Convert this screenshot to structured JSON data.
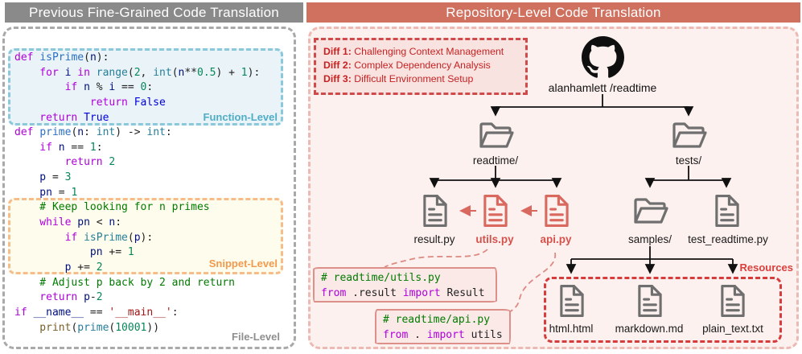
{
  "left": {
    "header": "Previous Fine-Grained Code Translation",
    "function_label": "Function-Level",
    "snippet_label": "Snippet-Level",
    "file_label": "File-Level",
    "code": [
      {
        "indent": 0,
        "tokens": [
          [
            "kw",
            "def"
          ],
          [
            "pl",
            " "
          ],
          [
            "fn",
            "isPrime"
          ],
          [
            "pl",
            "("
          ],
          [
            "var",
            "n"
          ],
          [
            "pl",
            "):"
          ]
        ]
      },
      {
        "indent": 4,
        "tokens": [
          [
            "kw",
            "for"
          ],
          [
            "pl",
            " "
          ],
          [
            "var",
            "i"
          ],
          [
            "pl",
            " "
          ],
          [
            "kw",
            "in"
          ],
          [
            "pl",
            " "
          ],
          [
            "call",
            "range"
          ],
          [
            "pl",
            "("
          ],
          [
            "num",
            "2"
          ],
          [
            "pl",
            ", "
          ],
          [
            "call",
            "int"
          ],
          [
            "pl",
            "("
          ],
          [
            "var",
            "n"
          ],
          [
            "pl",
            "**"
          ],
          [
            "num",
            "0.5"
          ],
          [
            "pl",
            ") + "
          ],
          [
            "num",
            "1"
          ],
          [
            "pl",
            "):"
          ]
        ]
      },
      {
        "indent": 8,
        "tokens": [
          [
            "kw",
            "if"
          ],
          [
            "pl",
            " "
          ],
          [
            "var",
            "n"
          ],
          [
            "pl",
            " % "
          ],
          [
            "var",
            "i"
          ],
          [
            "pl",
            " == "
          ],
          [
            "num",
            "0"
          ],
          [
            "pl",
            ":"
          ]
        ]
      },
      {
        "indent": 12,
        "tokens": [
          [
            "kw",
            "return"
          ],
          [
            "pl",
            " "
          ],
          [
            "bool",
            "False"
          ]
        ]
      },
      {
        "indent": 4,
        "tokens": [
          [
            "kw",
            "return"
          ],
          [
            "pl",
            " "
          ],
          [
            "bool",
            "True"
          ]
        ]
      },
      {
        "indent": 0,
        "tokens": [
          [
            "kw",
            "def"
          ],
          [
            "pl",
            " "
          ],
          [
            "fn",
            "prime"
          ],
          [
            "pl",
            "("
          ],
          [
            "var",
            "n"
          ],
          [
            "pl",
            ": "
          ],
          [
            "call",
            "int"
          ],
          [
            "pl",
            ") -> "
          ],
          [
            "call",
            "int"
          ],
          [
            "pl",
            ":"
          ]
        ]
      },
      {
        "indent": 4,
        "tokens": [
          [
            "kw",
            "if"
          ],
          [
            "pl",
            " "
          ],
          [
            "var",
            "n"
          ],
          [
            "pl",
            " == "
          ],
          [
            "num",
            "1"
          ],
          [
            "pl",
            ":"
          ]
        ]
      },
      {
        "indent": 8,
        "tokens": [
          [
            "kw",
            "return"
          ],
          [
            "pl",
            " "
          ],
          [
            "num",
            "2"
          ]
        ]
      },
      {
        "indent": 4,
        "tokens": [
          [
            "var",
            "p"
          ],
          [
            "pl",
            " = "
          ],
          [
            "num",
            "3"
          ]
        ]
      },
      {
        "indent": 4,
        "tokens": [
          [
            "var",
            "pn"
          ],
          [
            "pl",
            " = "
          ],
          [
            "num",
            "1"
          ]
        ]
      },
      {
        "indent": 4,
        "tokens": [
          [
            "com",
            "# Keep looking for n primes"
          ]
        ]
      },
      {
        "indent": 4,
        "tokens": [
          [
            "kw",
            "while"
          ],
          [
            "pl",
            " "
          ],
          [
            "var",
            "pn"
          ],
          [
            "pl",
            " < "
          ],
          [
            "var",
            "n"
          ],
          [
            "pl",
            ":"
          ]
        ]
      },
      {
        "indent": 8,
        "tokens": [
          [
            "kw",
            "if"
          ],
          [
            "pl",
            " "
          ],
          [
            "call",
            "isPrime"
          ],
          [
            "pl",
            "("
          ],
          [
            "var",
            "p"
          ],
          [
            "pl",
            "):"
          ]
        ]
      },
      {
        "indent": 12,
        "tokens": [
          [
            "var",
            "pn"
          ],
          [
            "pl",
            " += "
          ],
          [
            "num",
            "1"
          ]
        ]
      },
      {
        "indent": 8,
        "tokens": [
          [
            "var",
            "p"
          ],
          [
            "pl",
            " += "
          ],
          [
            "num",
            "2"
          ]
        ]
      },
      {
        "indent": 4,
        "tokens": [
          [
            "com",
            "# Adjust p back by 2 and return"
          ]
        ]
      },
      {
        "indent": 4,
        "tokens": [
          [
            "kw",
            "return"
          ],
          [
            "pl",
            " "
          ],
          [
            "var",
            "p"
          ],
          [
            "pl",
            "-"
          ],
          [
            "num",
            "2"
          ]
        ]
      },
      {
        "indent": 0,
        "tokens": [
          [
            "kw",
            "if"
          ],
          [
            "pl",
            " "
          ],
          [
            "var",
            "__name__"
          ],
          [
            "pl",
            " == "
          ],
          [
            "str",
            "'__main__'"
          ],
          [
            "pl",
            ":"
          ]
        ]
      },
      {
        "indent": 4,
        "tokens": [
          [
            "bi",
            "print"
          ],
          [
            "pl",
            "("
          ],
          [
            "call",
            "prime"
          ],
          [
            "pl",
            "("
          ],
          [
            "num",
            "10001"
          ],
          [
            "pl",
            "))"
          ]
        ]
      }
    ]
  },
  "right": {
    "header": "Repository-Level Code Translation",
    "diffs": [
      {
        "prefix": "Diff 1:",
        "text": " Challenging Context Management"
      },
      {
        "prefix": "Diff 2:",
        "text": " Complex Dependency Analysis"
      },
      {
        "prefix": "Diff 3:",
        "text": " Difficult Environment Setup"
      }
    ],
    "repo_name": "alanhamlett /readtime",
    "tree": {
      "folders": {
        "readtime": "readtime/",
        "tests": "tests/",
        "samples": "samples/"
      },
      "files": {
        "result": "result.py",
        "utils": "utils.py",
        "api": "api.py",
        "test_readtime": "test_readtime.py",
        "html": "html.html",
        "markdown": "markdown.md",
        "plain": "plain_text.txt"
      }
    },
    "resources_label": "Resources",
    "callouts": [
      {
        "lines": [
          {
            "indent": 0,
            "tokens": [
              [
                "com",
                "# readtime/utils.py"
              ]
            ]
          },
          {
            "indent": 0,
            "tokens": [
              [
                "kw",
                "from"
              ],
              [
                "pl",
                " .result "
              ],
              [
                "kw",
                "import"
              ],
              [
                "pl",
                " Result"
              ]
            ]
          }
        ]
      },
      {
        "lines": [
          {
            "indent": 0,
            "tokens": [
              [
                "com",
                "# readtime/api.py"
              ]
            ]
          },
          {
            "indent": 0,
            "tokens": [
              [
                "kw",
                "from"
              ],
              [
                "pl",
                " . "
              ],
              [
                "kw",
                "import"
              ],
              [
                "pl",
                " utils"
              ]
            ]
          }
        ]
      }
    ],
    "icons": {
      "repo": "github-icon",
      "folder": "folder-icon",
      "file": "file-icon"
    }
  },
  "colors": {
    "left_header_bg": "#8a8a8a",
    "right_header_bg": "#d0705f",
    "function_accent": "#4fadc6",
    "snippet_accent": "#f29a4e",
    "file_accent": "#8f8f8f",
    "diff_text": "#c52222",
    "red_accent": "#d9685f",
    "resources_red": "#d63c3c",
    "gray_icon": "#6f6f6f",
    "panel_pink_bg": "#fcf1ef"
  }
}
